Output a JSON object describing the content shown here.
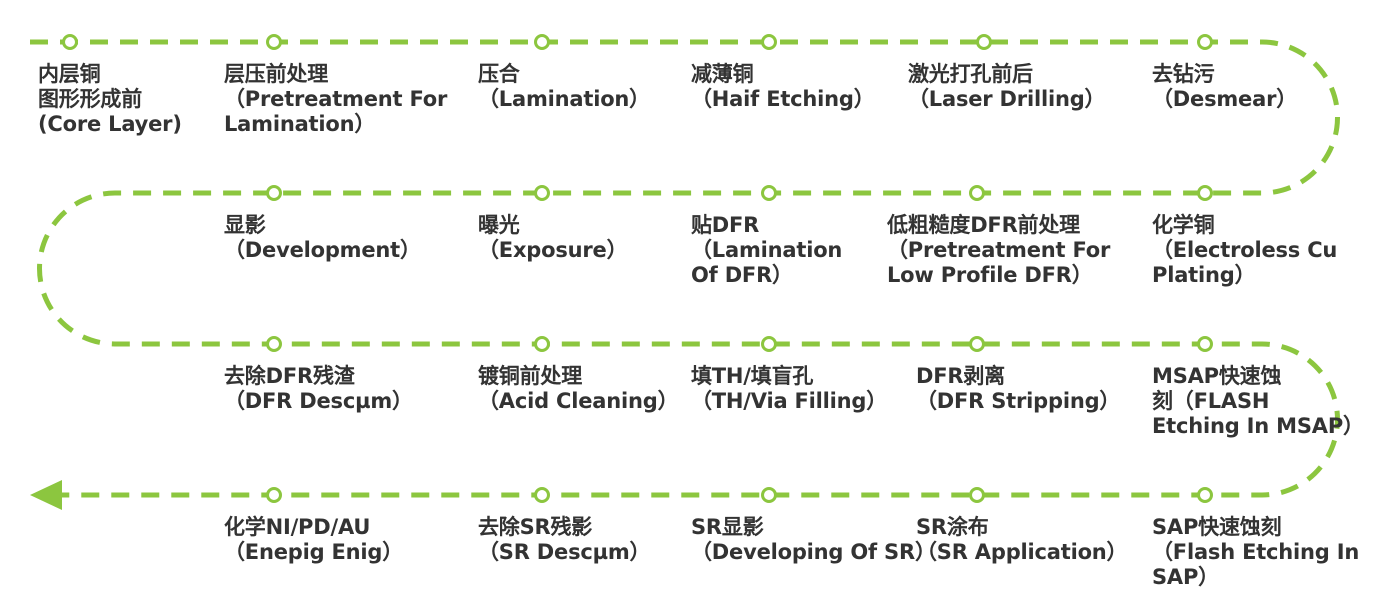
{
  "colors": {
    "path": "#8cc63f",
    "text": "#333333",
    "background": "#ffffff"
  },
  "rows": [
    {
      "direction": "left-to-right",
      "steps": [
        {
          "lines": [
            "内层铜",
            "图形形成前",
            "(Core Layer)"
          ]
        },
        {
          "lines": [
            "层压前处理",
            "（Pretreatment For",
            "Lamination）"
          ]
        },
        {
          "lines": [
            "压合",
            "（Lamination）"
          ]
        },
        {
          "lines": [
            "减薄铜",
            "（Haif Etching）"
          ]
        },
        {
          "lines": [
            "激光打孔前后",
            "（Laser Drilling）"
          ]
        },
        {
          "lines": [
            "去钻污",
            "（Desmear）"
          ]
        }
      ]
    },
    {
      "direction": "right-to-left",
      "steps": [
        {
          "lines": [
            "显影",
            "（Development）"
          ]
        },
        {
          "lines": [
            "曝光",
            "（Exposure）"
          ]
        },
        {
          "lines": [
            "贴DFR",
            "（Lamination",
            "Of DFR）"
          ]
        },
        {
          "lines": [
            "低粗糙度DFR前处理",
            "（Pretreatment For",
            "Low Profile DFR）"
          ]
        },
        {
          "lines": [
            "化学铜",
            "（Electroless Cu",
            "Plating）"
          ]
        }
      ]
    },
    {
      "direction": "left-to-right",
      "steps": [
        {
          "lines": [
            "去除DFR残渣",
            "（DFR Descµm）"
          ]
        },
        {
          "lines": [
            "镀铜前处理",
            "（Acid Cleaning）"
          ]
        },
        {
          "lines": [
            "填TH/填盲孔",
            "（TH/Via Filling）"
          ]
        },
        {
          "lines": [
            "DFR剥离",
            "（DFR Stripping）"
          ]
        },
        {
          "lines": [
            "MSAP快速蚀",
            "刻（FLASH",
            "Etching In MSAP）"
          ]
        }
      ]
    },
    {
      "direction": "right-to-left",
      "steps": [
        {
          "lines": [
            "化学NI/PD/AU",
            "（Enepig Enig）"
          ]
        },
        {
          "lines": [
            "去除SR残影",
            "（SR Descµm）"
          ]
        },
        {
          "lines": [
            "SR显影",
            "（Developing Of SR）"
          ]
        },
        {
          "lines": [
            "SR涂布",
            "（SR Application）"
          ]
        },
        {
          "lines": [
            "SAP快速蚀刻",
            "（Flash Etching In",
            "SAP）"
          ]
        }
      ]
    }
  ]
}
